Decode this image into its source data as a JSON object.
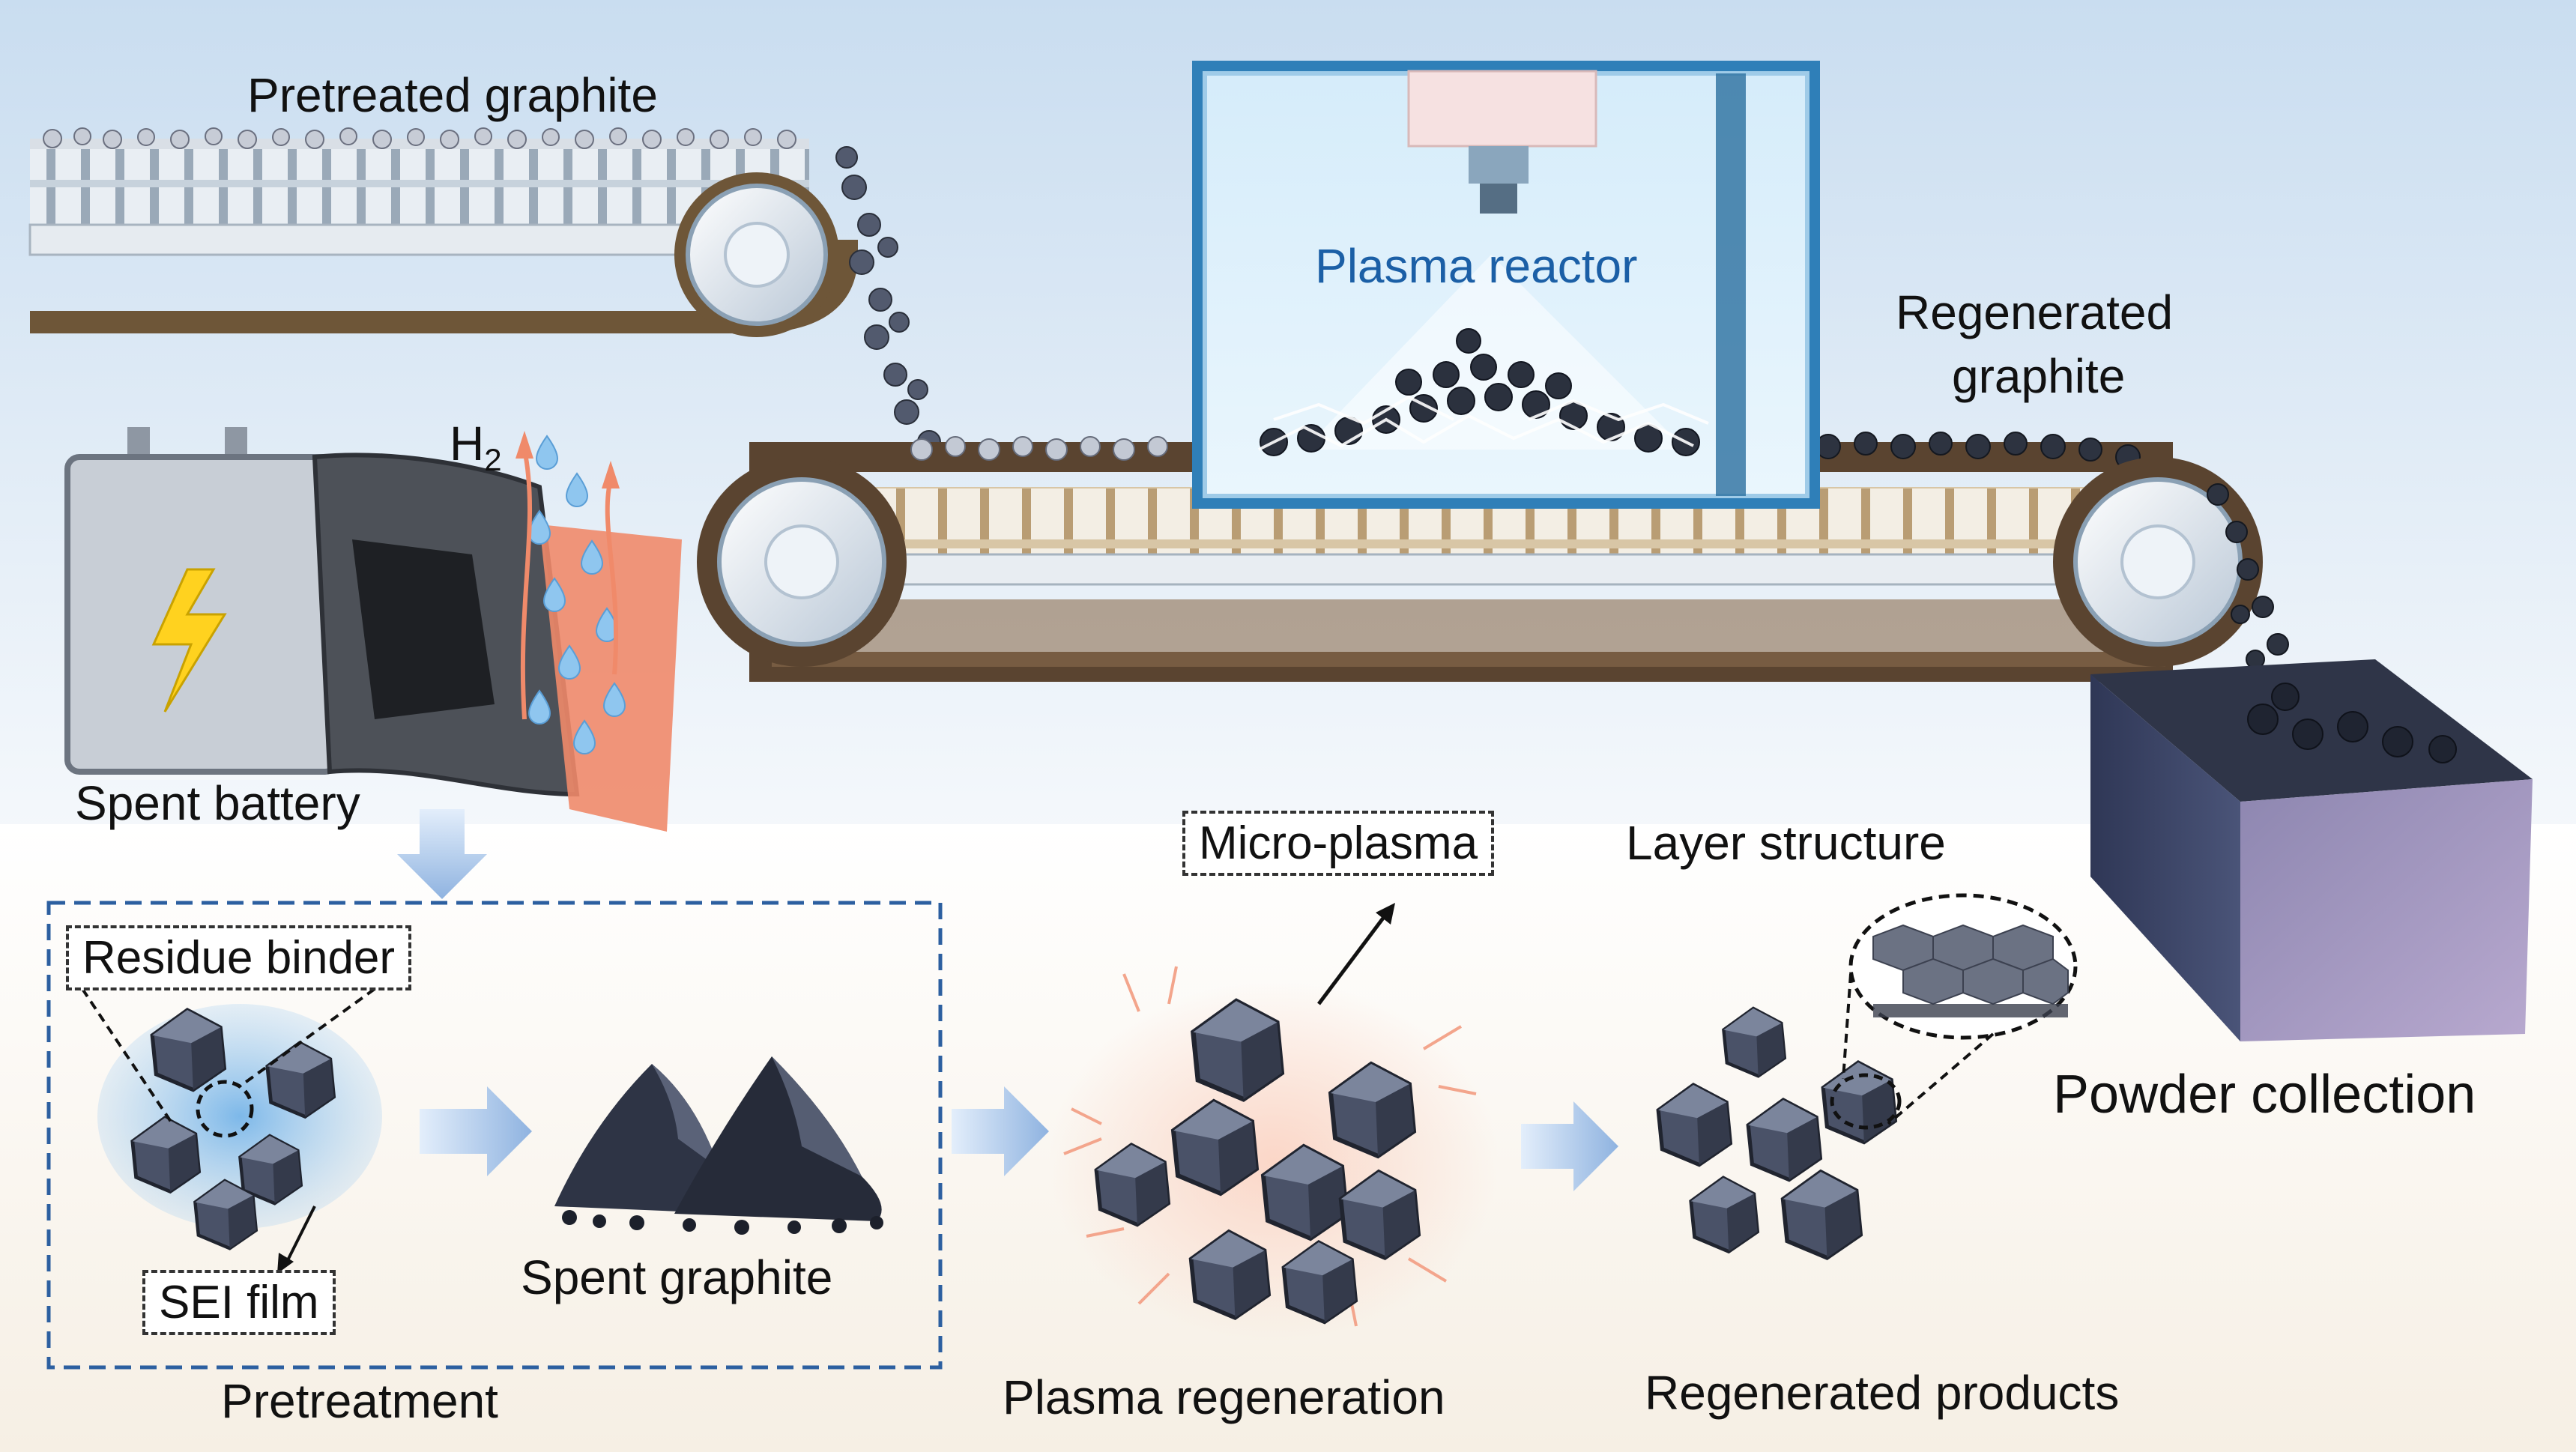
{
  "labels": {
    "pretreated_graphite": "Pretreated graphite",
    "plasma_reactor": "Plasma reactor",
    "regenerated_graphite_line1": "Regenerated",
    "regenerated_graphite_line2": "graphite",
    "h2_main": "H",
    "h2_sub": "2",
    "spent_battery": "Spent battery",
    "residue_binder": "Residue binder",
    "sei_film": "SEI film",
    "spent_graphite": "Spent graphite",
    "pretreatment": "Pretreatment",
    "micro_plasma": "Micro-plasma",
    "plasma_regeneration": "Plasma regeneration",
    "layer_structure": "Layer structure",
    "regenerated_products": "Regenerated products",
    "powder_collection": "Powder collection"
  },
  "colors": {
    "sky_top": "#cfe1f2",
    "belt_brown": "#5a4430",
    "reactor_blue": "#2f7fb8",
    "reactor_title": "#1b5fa6",
    "graphite_dark": "#3a4356",
    "battery_orange": "#f08a6a",
    "bolt_yellow": "#ffd21f",
    "dashed_box": "#2c5fa0",
    "arrow_blue": "#9dbfe6",
    "collection_box": "#3b4466",
    "plasma_glow": "#f3a58c"
  }
}
